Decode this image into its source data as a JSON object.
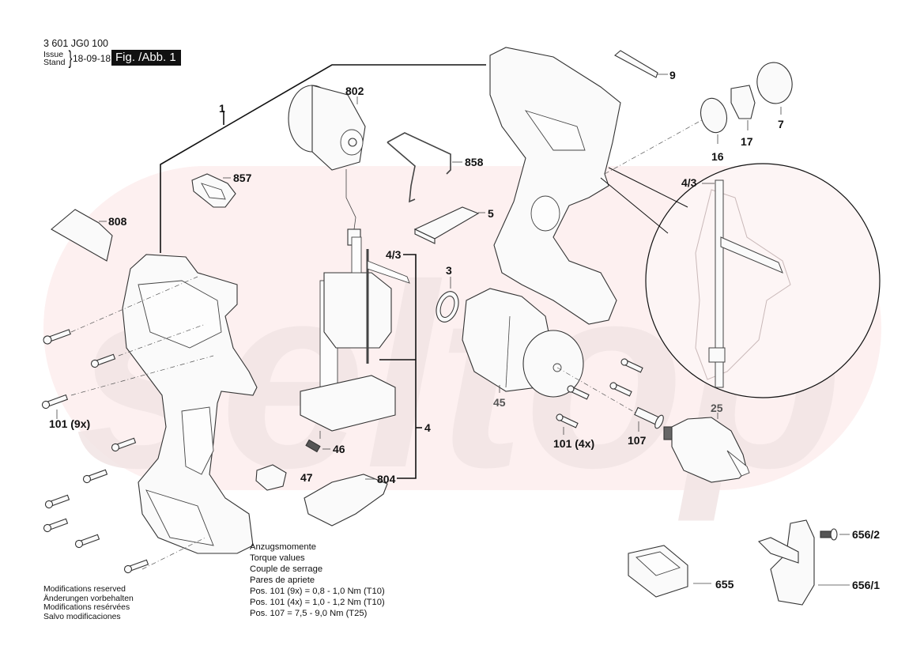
{
  "header": {
    "doc_number": "3 601 JG0 100",
    "issue_label": "Issue",
    "stand_label": "Stand",
    "issue_date": "18-09-18",
    "figure_label": "Fig. /Abb. 1"
  },
  "watermark": {
    "text": "seltop",
    "color": "#f9e3e3"
  },
  "callouts": {
    "c1": "1",
    "c802": "802",
    "c858": "858",
    "c857": "857",
    "c808": "808",
    "c5": "5",
    "c4_3a": "4/3",
    "c3": "3",
    "c4": "4",
    "c46": "46",
    "c47": "47",
    "c804": "804",
    "c45": "45",
    "c9": "9",
    "c7": "7",
    "c17": "17",
    "c16": "16",
    "c4_3b": "4/3",
    "c25": "25",
    "c107": "107",
    "c101_4x": "101 (4x)",
    "c101_9x": "101 (9x)",
    "c655": "655",
    "c656_2": "656/2",
    "c656_1": "656/1"
  },
  "torque": {
    "lines": [
      "Anzugsmomente",
      "Torque values",
      "Couple de serrage",
      "Pares de apriete",
      "Pos. 101 (9x) = 0,8 - 1,0 Nm (T10)",
      "Pos. 101 (4x) = 1,0 - 1,2 Nm (T10)",
      "Pos. 107 = 7,5 - 9,0 Nm (T25)"
    ]
  },
  "modifications": {
    "lines": [
      "Modifications reserved",
      "Änderungen vorbehalten",
      "Modifications resérvées",
      "Salvo modificaciones"
    ]
  }
}
